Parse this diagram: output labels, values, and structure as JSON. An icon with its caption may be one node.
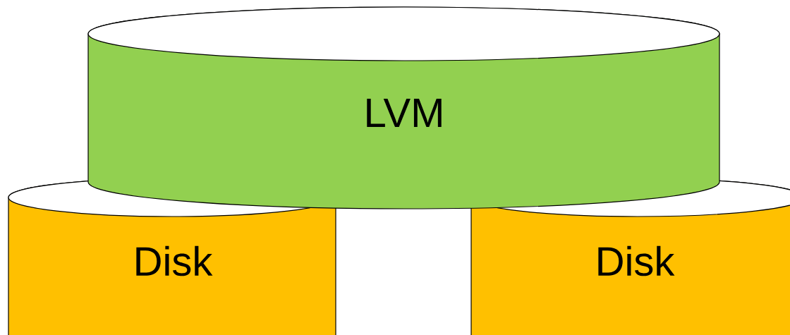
{
  "diagram": {
    "nodes": [
      {
        "text": [
          "Disk"
        ]
      },
      {
        "text": [
          "Disk"
        ]
      },
      {
        "text": [
          "LVM"
        ]
      }
    ]
  }
}
